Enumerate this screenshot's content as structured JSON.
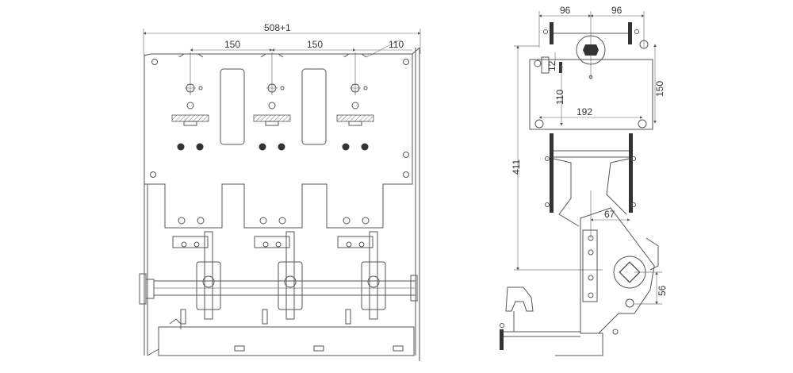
{
  "front_view": {
    "overall_width": "508+1",
    "pole_spacing_left": "150",
    "pole_spacing_right": "150",
    "edge_offset": "110"
  },
  "side_view": {
    "top_left_width": "96",
    "top_right_width": "96",
    "height_small": "12",
    "plate_height": "110",
    "right_height": "150",
    "plate_width": "192",
    "overall_height": "411",
    "offset": "67",
    "bottom_height": "56"
  },
  "colors": {
    "line": "#555555",
    "hatch": "#888888",
    "fill_dark": "#333333"
  }
}
